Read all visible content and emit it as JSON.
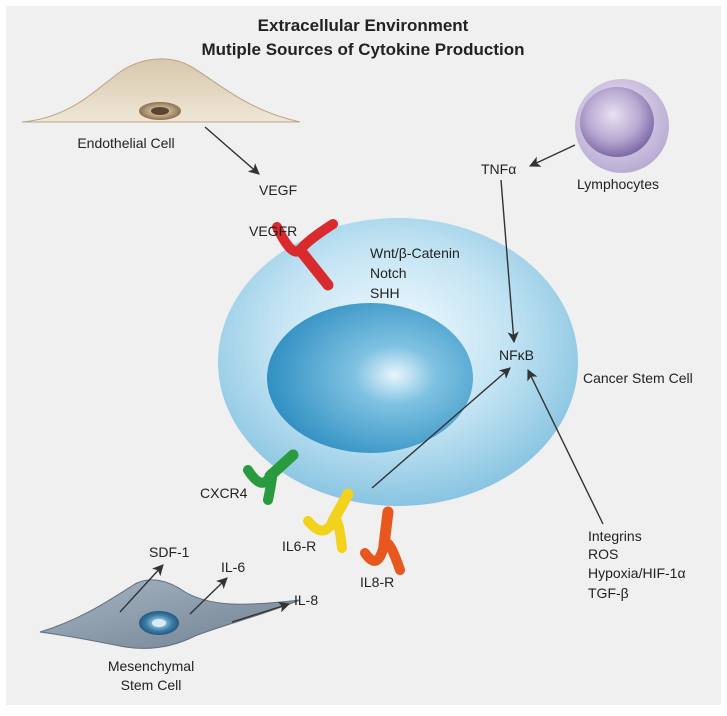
{
  "title": {
    "line1": "Extracellular Environment",
    "line2": "Mutiple Sources of Cytokine Production"
  },
  "cells": {
    "endothelial": "Endothelial Cell",
    "lymphocytes": "Lymphocytes",
    "cancer_stem": "Cancer Stem Cell",
    "mesenchymal_line1": "Mesenchymal",
    "mesenchymal_line2": "Stem Cell"
  },
  "signals": {
    "vegf": "VEGF",
    "tnfa": "TNFα",
    "nfkb": "NFκB",
    "sdf1": "SDF-1",
    "il6": "IL-6",
    "il8": "IL-8"
  },
  "receptors": {
    "vegfr": "VEGFR",
    "cxcr4": "CXCR4",
    "il6r": "IL6-R",
    "il8r": "IL8-R"
  },
  "pathways": [
    "Wnt/β-Catenin",
    "Notch",
    "SHH"
  ],
  "factors": [
    "Integrins",
    "ROS",
    "Hypoxia/HIF-1α",
    "TGF-β"
  ],
  "colors": {
    "background": "#f0f0f0",
    "vegfr": "#d92b2e",
    "cxcr4": "#2a9a3e",
    "il6r": "#f2d21c",
    "il8r": "#e8571e",
    "cancer_cell": "#9fd1e8",
    "nucleus": "#3a9ccb"
  }
}
